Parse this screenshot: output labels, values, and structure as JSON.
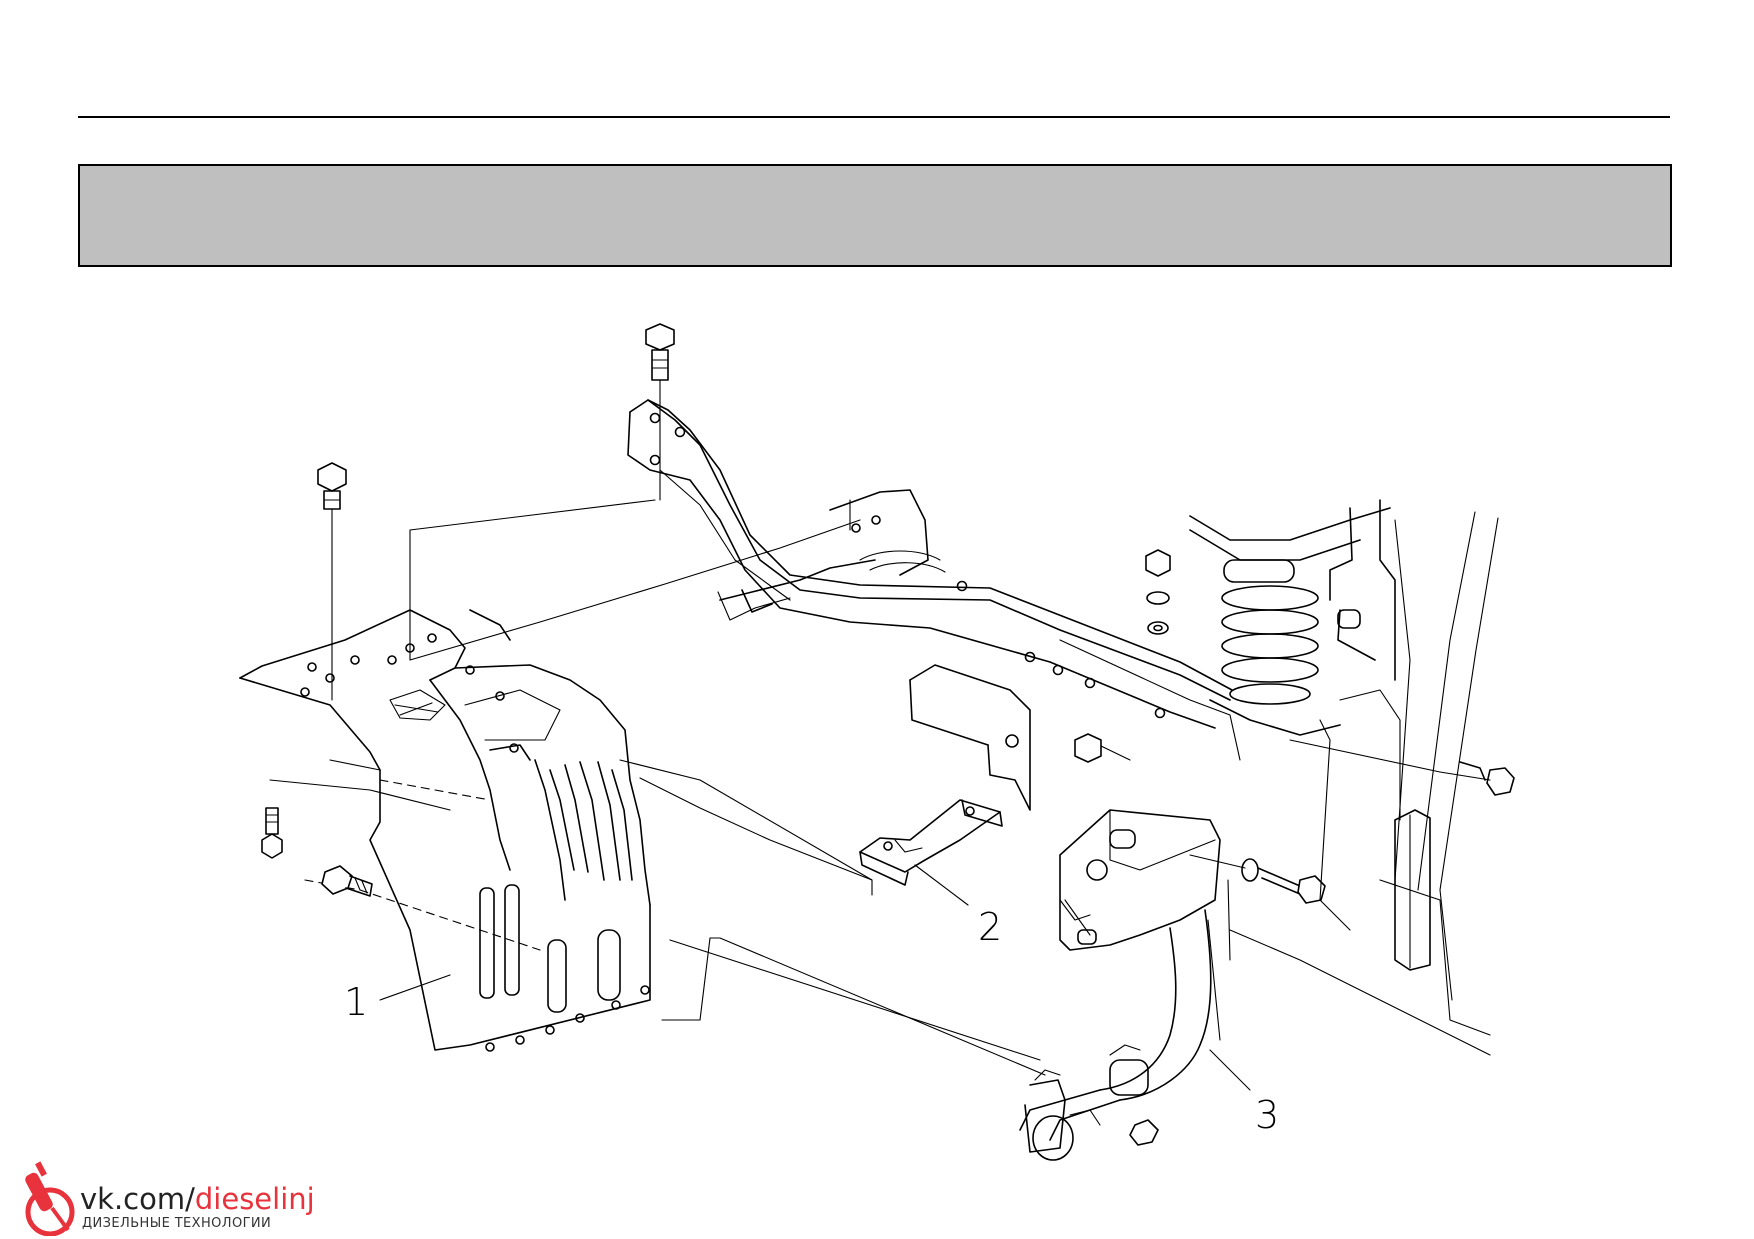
{
  "header": {
    "title": ""
  },
  "diagram": {
    "callouts": [
      "1",
      "2",
      "3"
    ]
  },
  "watermark": {
    "url_prefix": "vk.com/",
    "url_accent": "dieselinj",
    "subtitle": "ДИЗЕЛЬНЫЕ ТЕХНОЛОГИИ",
    "accent_color": "#e8323c",
    "icon": "injector-icon"
  }
}
